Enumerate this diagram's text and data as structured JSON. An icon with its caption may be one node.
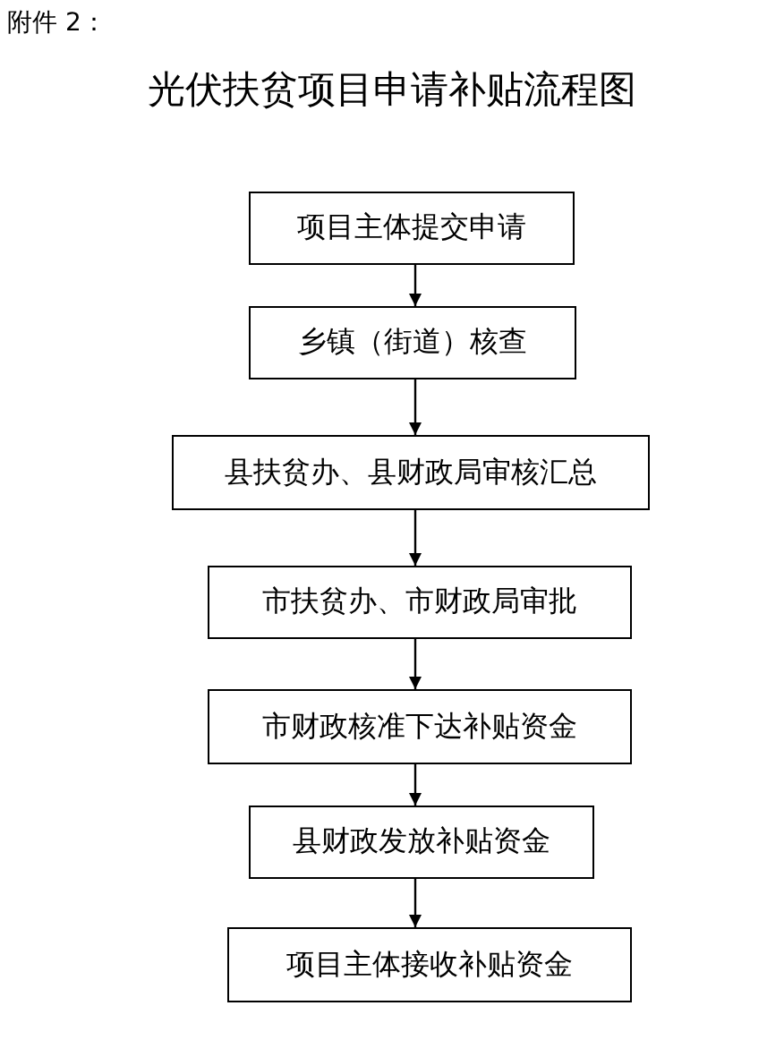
{
  "diagram": {
    "title": "光伏扶贫项目申请补贴流程图",
    "nodes": [
      {
        "text": [
          "项目主体提交申请"
        ]
      },
      {
        "text": [
          "乡镇（街道）核查"
        ]
      },
      {
        "text": [
          "县扶贫办、县财政局审核汇总"
        ]
      },
      {
        "text": [
          "市扶贫办、市财政局审批"
        ]
      },
      {
        "text": [
          "市财政核准下达补贴资金"
        ]
      },
      {
        "text": [
          "县财政发放补贴资金"
        ]
      },
      {
        "text": [
          "项目主体接收补贴资金"
        ]
      }
    ],
    "edges": [
      {
        "from": 0,
        "to": 1,
        "arrow": "to"
      },
      {
        "from": 1,
        "to": 2,
        "arrow": "to"
      },
      {
        "from": 2,
        "to": 3,
        "arrow": "to"
      },
      {
        "from": 3,
        "to": 4,
        "arrow": "to"
      },
      {
        "from": 4,
        "to": 5,
        "arrow": "to"
      },
      {
        "from": 5,
        "to": 6,
        "arrow": "to"
      }
    ],
    "labels": [
      "附件 2："
    ]
  }
}
